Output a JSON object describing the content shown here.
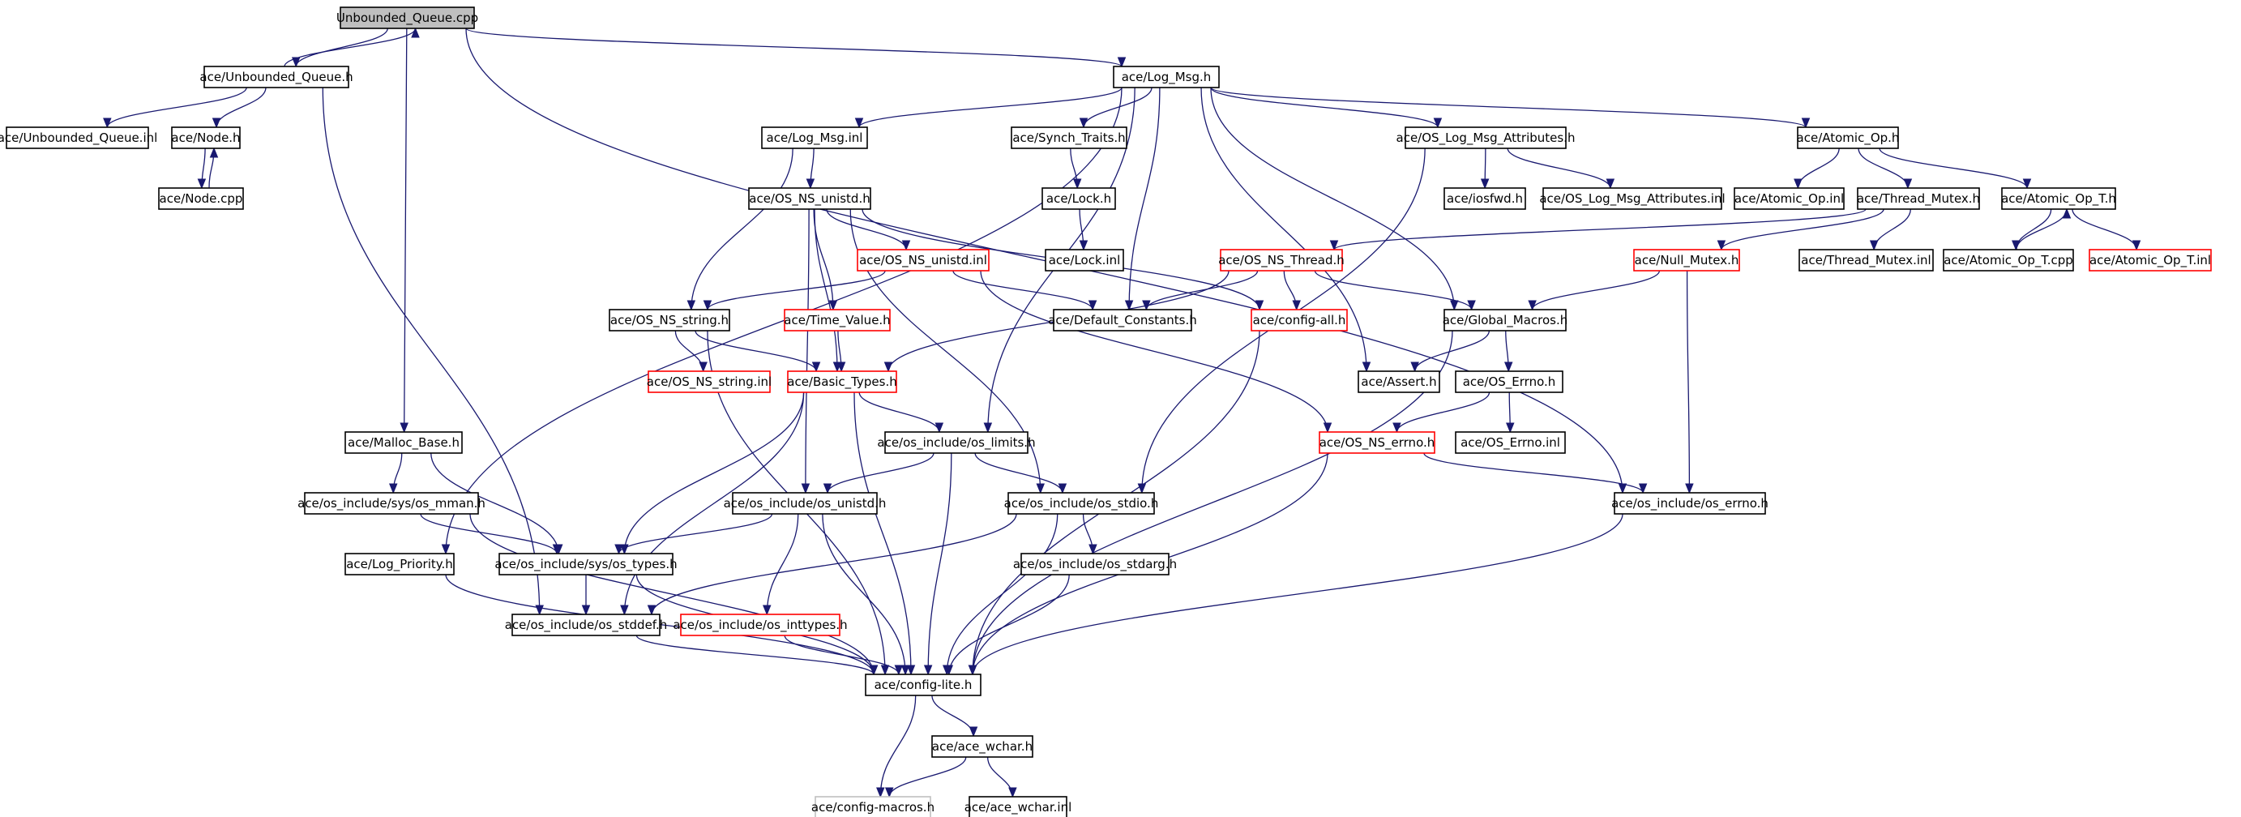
{
  "nodes": {
    "src": {
      "label": "Unbounded_Queue.cpp",
      "style": "root"
    },
    "uq_h": {
      "label": "ace/Unbounded_Queue.h",
      "style": "normal"
    },
    "uq_inl": {
      "label": "ace/Unbounded_Queue.inl",
      "style": "normal"
    },
    "node_h": {
      "label": "ace/Node.h",
      "style": "normal"
    },
    "node_cpp": {
      "label": "ace/Node.cpp",
      "style": "normal"
    },
    "logmsg_h": {
      "label": "ace/Log_Msg.h",
      "style": "normal"
    },
    "logmsg_inl": {
      "label": "ace/Log_Msg.inl",
      "style": "normal"
    },
    "synch_traits": {
      "label": "ace/Synch_Traits.h",
      "style": "normal"
    },
    "oslogattr_h": {
      "label": "ace/OS_Log_Msg_Attributes.h",
      "style": "normal"
    },
    "atomic_h": {
      "label": "ace/Atomic_Op.h",
      "style": "normal"
    },
    "osns_unistd_h": {
      "label": "ace/OS_NS_unistd.h",
      "style": "normal"
    },
    "lock_h": {
      "label": "ace/Lock.h",
      "style": "normal"
    },
    "iosfwd": {
      "label": "ace/iosfwd.h",
      "style": "normal"
    },
    "oslogattr_inl": {
      "label": "ace/OS_Log_Msg_Attributes.inl",
      "style": "normal"
    },
    "atomic_inl": {
      "label": "ace/Atomic_Op.inl",
      "style": "normal"
    },
    "thread_mutex_h": {
      "label": "ace/Thread_Mutex.h",
      "style": "normal"
    },
    "atomic_t_h": {
      "label": "ace/Atomic_Op_T.h",
      "style": "normal"
    },
    "osns_unistd_inl": {
      "label": "ace/OS_NS_unistd.inl",
      "style": "missing"
    },
    "lock_inl": {
      "label": "ace/Lock.inl",
      "style": "normal"
    },
    "osns_thread_h": {
      "label": "ace/OS_NS_Thread.h",
      "style": "missing"
    },
    "null_mutex_h": {
      "label": "ace/Null_Mutex.h",
      "style": "missing"
    },
    "thread_mutex_inl": {
      "label": "ace/Thread_Mutex.inl",
      "style": "normal"
    },
    "atomic_t_cpp": {
      "label": "ace/Atomic_Op_T.cpp",
      "style": "normal"
    },
    "atomic_t_inl": {
      "label": "ace/Atomic_Op_T.inl",
      "style": "missing"
    },
    "osns_string_h": {
      "label": "ace/OS_NS_string.h",
      "style": "normal"
    },
    "time_value_h": {
      "label": "ace/Time_Value.h",
      "style": "missing"
    },
    "default_const": {
      "label": "ace/Default_Constants.h",
      "style": "normal"
    },
    "config_all": {
      "label": "ace/config-all.h",
      "style": "missing"
    },
    "global_macros": {
      "label": "ace/Global_Macros.h",
      "style": "normal"
    },
    "osns_string_inl": {
      "label": "ace/OS_NS_string.inl",
      "style": "missing"
    },
    "basic_types": {
      "label": "ace/Basic_Types.h",
      "style": "missing"
    },
    "assert_h": {
      "label": "ace/Assert.h",
      "style": "normal"
    },
    "os_errno_h": {
      "label": "ace/OS_Errno.h",
      "style": "normal"
    },
    "malloc_base": {
      "label": "ace/Malloc_Base.h",
      "style": "normal"
    },
    "os_limits": {
      "label": "ace/os_include/os_limits.h",
      "style": "normal"
    },
    "osns_errno_h": {
      "label": "ace/OS_NS_errno.h",
      "style": "missing"
    },
    "os_errno_inl": {
      "label": "ace/OS_Errno.inl",
      "style": "normal"
    },
    "os_mman": {
      "label": "ace/os_include/sys/os_mman.h",
      "style": "normal"
    },
    "os_unistd": {
      "label": "ace/os_include/os_unistd.h",
      "style": "normal"
    },
    "os_stdio": {
      "label": "ace/os_include/os_stdio.h",
      "style": "normal"
    },
    "os_errno_inc": {
      "label": "ace/os_include/os_errno.h",
      "style": "normal"
    },
    "log_priority": {
      "label": "ace/Log_Priority.h",
      "style": "normal"
    },
    "os_types": {
      "label": "ace/os_include/sys/os_types.h",
      "style": "normal"
    },
    "os_stdarg": {
      "label": "ace/os_include/os_stdarg.h",
      "style": "normal"
    },
    "os_stddef": {
      "label": "ace/os_include/os_stddef.h",
      "style": "normal"
    },
    "os_inttypes": {
      "label": "ace/os_include/os_inttypes.h",
      "style": "missing"
    },
    "config_lite": {
      "label": "ace/config-lite.h",
      "style": "normal"
    },
    "ace_wchar_h": {
      "label": "ace/ace_wchar.h",
      "style": "normal"
    },
    "config_macros": {
      "label": "ace/config-macros.h",
      "style": "muted"
    },
    "ace_wchar_inl": {
      "label": "ace/ace_wchar.inl",
      "style": "normal"
    }
  },
  "colors": {
    "root_fill": "#bfbfbf",
    "normal_border": "#000000",
    "missing_border": "#ff0000",
    "muted_border": "#bfbfbf",
    "edge": "#191970"
  }
}
